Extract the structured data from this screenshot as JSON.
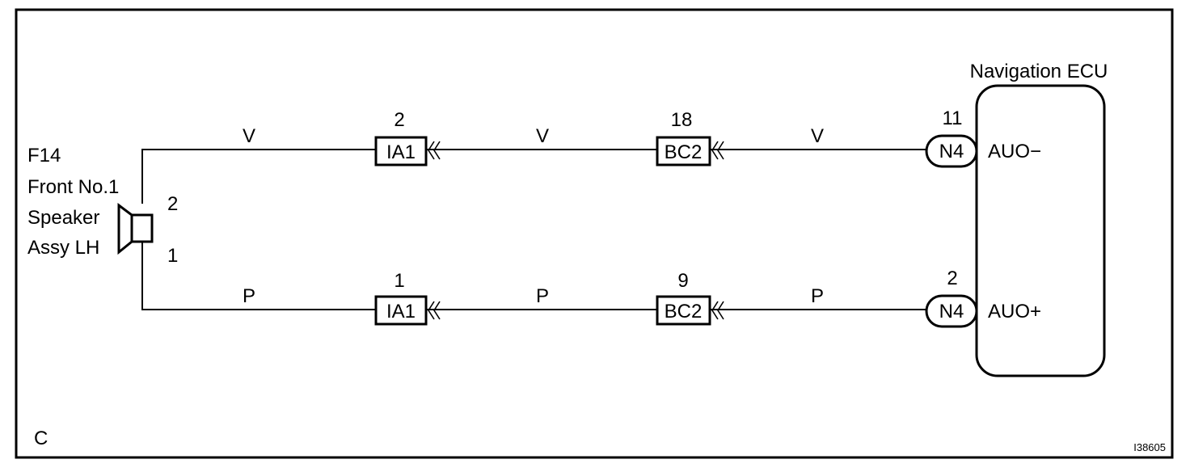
{
  "corner_label": "C",
  "figure_id": "I38605",
  "speaker": {
    "code": "F14",
    "name_lines": [
      "Front No.1",
      "Speaker",
      "Assy LH"
    ],
    "pin_top": "2",
    "pin_bottom": "1"
  },
  "ecu": {
    "title": "Navigation ECU",
    "terminal_top": "AUO−",
    "terminal_bottom": "AUO+"
  },
  "top_wire": {
    "colors": [
      "V",
      "V",
      "V"
    ],
    "connectors": [
      {
        "name": "IA1",
        "pin": "2"
      },
      {
        "name": "BC2",
        "pin": "18"
      },
      {
        "name": "N4",
        "pin": "11"
      }
    ]
  },
  "bottom_wire": {
    "colors": [
      "P",
      "P",
      "P"
    ],
    "connectors": [
      {
        "name": "IA1",
        "pin": "1"
      },
      {
        "name": "BC2",
        "pin": "9"
      },
      {
        "name": "N4",
        "pin": "2"
      }
    ]
  }
}
